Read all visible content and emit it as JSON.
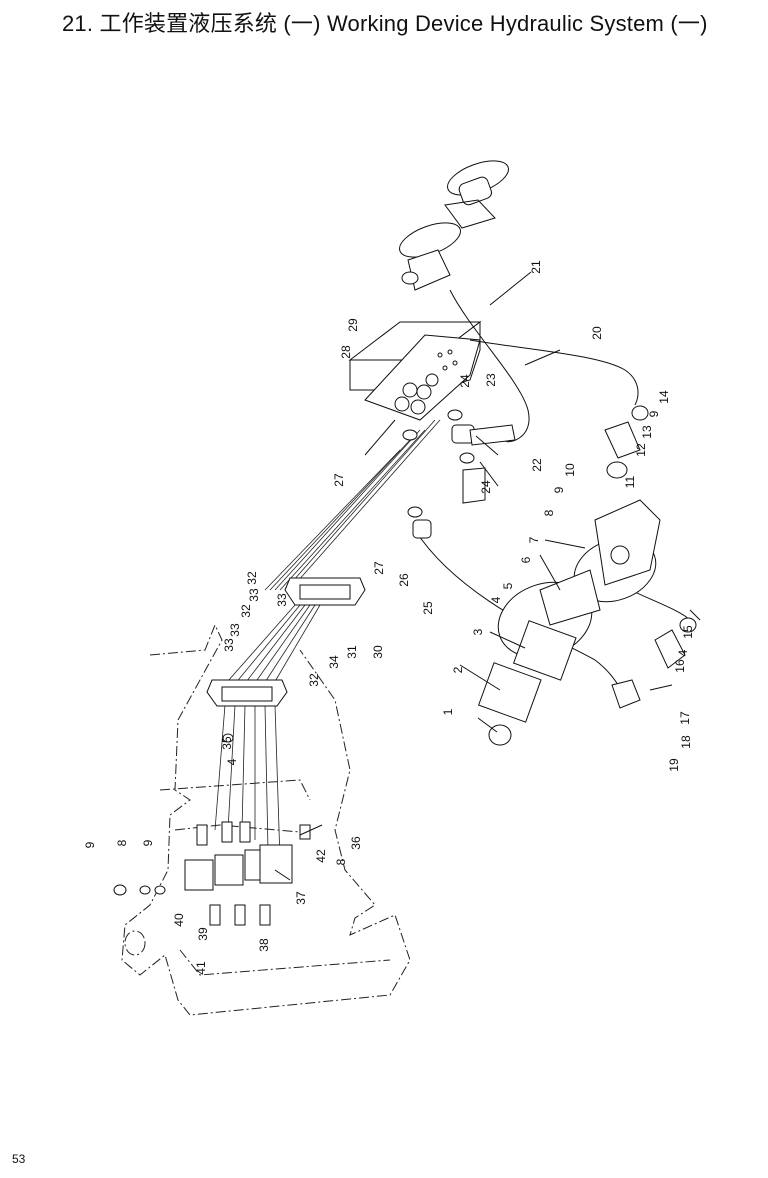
{
  "title": "21. 工作装置液压系统 (一)  Working Device Hydraulic System (一)",
  "page_number": "53",
  "callouts": [
    "1",
    "2",
    "3",
    "4",
    "5",
    "6",
    "7",
    "8",
    "9",
    "10",
    "11",
    "12",
    "13",
    "9",
    "14",
    "15",
    "16",
    "4",
    "17",
    "18",
    "19",
    "20",
    "21",
    "22",
    "23",
    "24",
    "24",
    "25",
    "26",
    "27",
    "27",
    "28",
    "29",
    "30",
    "31",
    "32",
    "32",
    "32",
    "33",
    "33",
    "33",
    "33",
    "34",
    "4",
    "35",
    "36",
    "37",
    "38",
    "39",
    "40",
    "9",
    "8",
    "9",
    "8",
    "42",
    "41"
  ]
}
